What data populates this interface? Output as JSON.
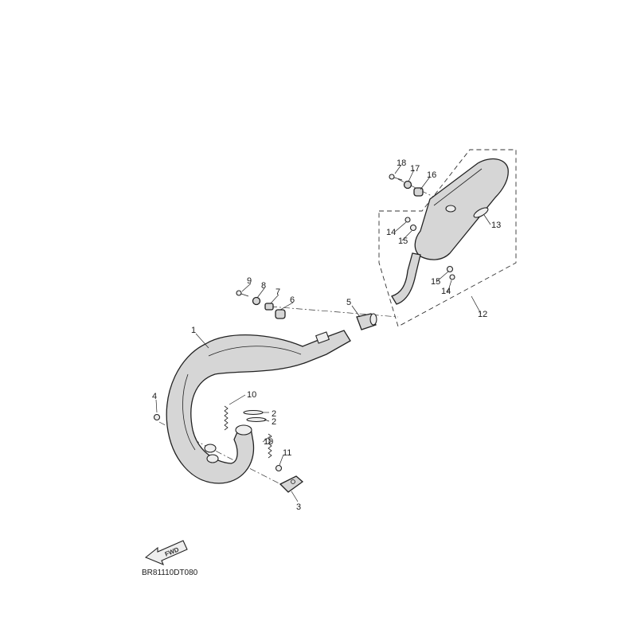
{
  "diagram": {
    "drawing_code": "BR81110DT080",
    "fwd_label": "FWD",
    "callouts": [
      {
        "id": "c1",
        "text": "1"
      },
      {
        "id": "c2a",
        "text": "2"
      },
      {
        "id": "c2b",
        "text": "2"
      },
      {
        "id": "c3",
        "text": "3"
      },
      {
        "id": "c4",
        "text": "4"
      },
      {
        "id": "c5",
        "text": "5"
      },
      {
        "id": "c6",
        "text": "6"
      },
      {
        "id": "c7",
        "text": "7"
      },
      {
        "id": "c8",
        "text": "8"
      },
      {
        "id": "c9",
        "text": "9"
      },
      {
        "id": "c10a",
        "text": "10"
      },
      {
        "id": "c10b",
        "text": "10"
      },
      {
        "id": "c11",
        "text": "11"
      },
      {
        "id": "c12",
        "text": "12"
      },
      {
        "id": "c13",
        "text": "13"
      },
      {
        "id": "c14a",
        "text": "14"
      },
      {
        "id": "c14b",
        "text": "14"
      },
      {
        "id": "c15a",
        "text": "15"
      },
      {
        "id": "c15b",
        "text": "15"
      },
      {
        "id": "c16",
        "text": "16"
      },
      {
        "id": "c17",
        "text": "17"
      },
      {
        "id": "c18",
        "text": "18"
      }
    ]
  }
}
